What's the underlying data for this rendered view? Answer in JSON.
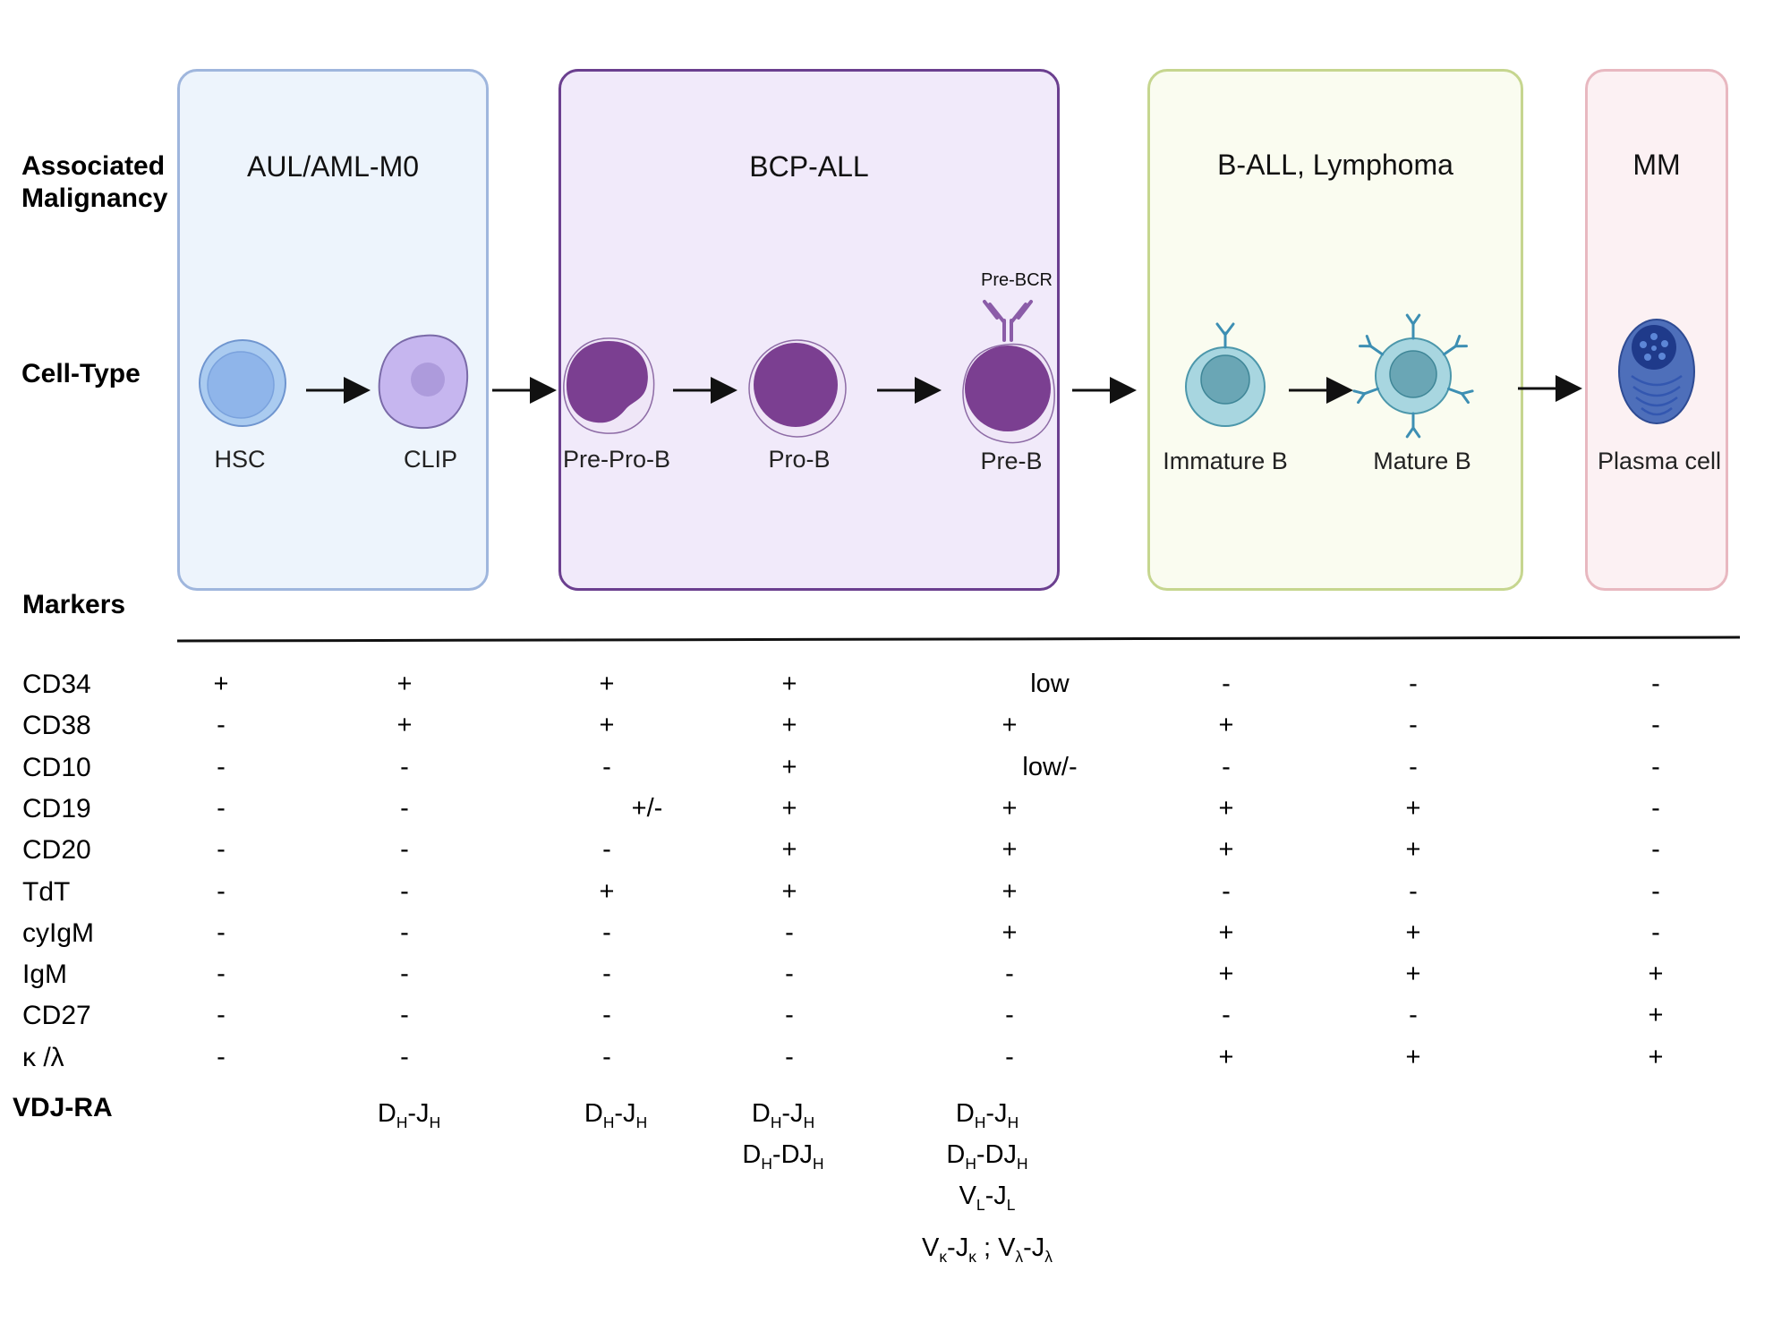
{
  "row_labels": {
    "malignancy_line1": "Associated",
    "malignancy_line2": "Malignancy",
    "cell_type": "Cell-Type",
    "markers": "Markers",
    "vdj": "VDJ-RA"
  },
  "groups": [
    {
      "title": "AUL/AML-M0",
      "fill": "#edf4fc",
      "border": "#9fb6dd"
    },
    {
      "title": "BCP-ALL",
      "fill": "#f1eafa",
      "border": "#6b3f8f"
    },
    {
      "title": "B-ALL, Lymphoma",
      "fill": "#fafcf0",
      "border": "#c6d68f"
    },
    {
      "title": "MM",
      "fill": "#fcf1f3",
      "border": "#e8b8c0"
    }
  ],
  "pre_bcr_label": "Pre-BCR",
  "cells": [
    "HSC",
    "CLIP",
    "Pre-Pro-B",
    "Pro-B",
    "Pre-B",
    "Immature B",
    "Mature B",
    "Plasma cell"
  ],
  "colors": {
    "hsc_outer": "#aacbf0",
    "hsc_inner": "#8fb5ea",
    "clip": "#c6b6ef",
    "bcp_cell": "#7b3f91",
    "bcp_membrane": "#efe6f7",
    "immature": "#a8d6e0",
    "immature_nucleus": "#6aa6b5",
    "receptor": "#3d8fb3",
    "plasma": "#4e6fba",
    "plasma_nucleus": "#1f3a8a",
    "divider": "#111111"
  },
  "markers": [
    {
      "name": "CD34",
      "values": [
        "+",
        "+",
        "+",
        "+",
        "low",
        "-",
        "-",
        "-"
      ]
    },
    {
      "name": "CD38",
      "values": [
        "-",
        "+",
        "+",
        "+",
        "+",
        "+",
        "-",
        "-"
      ]
    },
    {
      "name": "CD10",
      "values": [
        "-",
        "-",
        "-",
        "+",
        "low/-",
        "-",
        "-",
        "-"
      ]
    },
    {
      "name": "CD19",
      "values": [
        "-",
        "-",
        "+/-",
        "+",
        "+",
        "+",
        "+",
        "-"
      ]
    },
    {
      "name": "CD20",
      "values": [
        "-",
        "-",
        "-",
        "+",
        "+",
        "+",
        "+",
        "-"
      ]
    },
    {
      "name": "TdT",
      "values": [
        "-",
        "-",
        "+",
        "+",
        "+",
        "-",
        "-",
        "-"
      ]
    },
    {
      "name": "cyIgM",
      "values": [
        "-",
        "-",
        "-",
        "-",
        "+",
        "+",
        "+",
        "-"
      ]
    },
    {
      "name": "IgM",
      "values": [
        "-",
        "-",
        "-",
        "-",
        "-",
        "+",
        "+",
        "+"
      ]
    },
    {
      "name": "CD27",
      "values": [
        "-",
        "-",
        "-",
        "-",
        "-",
        "-",
        "-",
        "+"
      ]
    },
    {
      "name": "κ /λ",
      "values": [
        "-",
        "-",
        "-",
        "-",
        "-",
        "+",
        "+",
        "+"
      ]
    }
  ],
  "vdj": {
    "clip": [
      "DH-JH"
    ],
    "pre_pro_b": [
      "DH-JH"
    ],
    "pro_b": [
      "DH-JH",
      "DH-DJH"
    ],
    "pre_b": [
      "DH-JH",
      "DH-DJH",
      "VL-JL",
      "Vκ-Jκ ; Vλ-Jλ"
    ]
  }
}
